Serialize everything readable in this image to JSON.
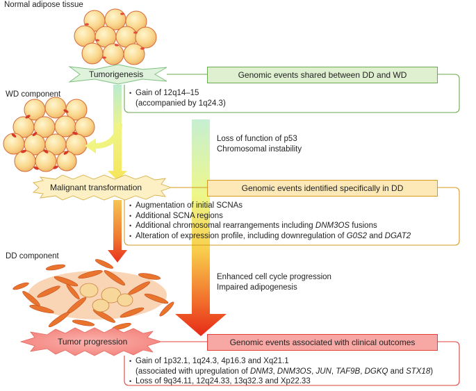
{
  "labels": {
    "normal": "Normal adipose tissue",
    "wd": "WD component",
    "dd": "DD component"
  },
  "stages": {
    "tumorigenesis": "Tumorigenesis",
    "malignant": "Malignant transformation",
    "progression": "Tumor progression"
  },
  "side_text": {
    "p53": "Loss of function of p53",
    "instability": "Chromosomal instability",
    "cell_cycle": "Enhanced cell cycle progression",
    "adipogenesis": "Impaired adipogenesis"
  },
  "box1": {
    "header": "Genomic events shared between DD and WD",
    "item1": "Gain of 12q14–15",
    "item1_cont": "(accompanied by 1q24.3)"
  },
  "box2": {
    "header": "Genomic events identified specifically in DD",
    "item1": "Augmentation of initial SCNAs",
    "item2": "Additional SCNA regions",
    "item3_pre": "Additional chromosomal rearrangements including ",
    "item3_gene": "DNM3OS",
    "item3_post": " fusions",
    "item4_pre": "Alteration of expression profile, including downregulation of ",
    "item4_g1": "G0S2",
    "item4_and": " and ",
    "item4_g2": "DGAT2"
  },
  "box3": {
    "header": "Genomic events associated with clinical outcomes",
    "item1": "Gain of 1p32.1, 1q24.3, 4p16.3 and Xq21.1",
    "item1_pre": "(associated with upregulation of ",
    "g_dnm3": "DNM3",
    "sep1": ", ",
    "g_dnm3os": "DNM3OS",
    "sep2": ", ",
    "g_jun": "JUN",
    "sep3": ", ",
    "g_taf9b": "TAF9B",
    "sep4": ", ",
    "g_dgkq": "DGKQ",
    "sep5": " and ",
    "g_stx18": "STX18",
    "close": ")",
    "item2": "Loss of 9q34.11, 12q24.33, 13q32.3 and Xp22.33"
  },
  "colors": {
    "green": "#6aa84f",
    "orange": "#d69a1e",
    "red": "#e0403a",
    "header_green_bg": "#dff0d0",
    "header_orange_bg": "#fde9b8",
    "header_red_bg": "#f7a8a4"
  }
}
